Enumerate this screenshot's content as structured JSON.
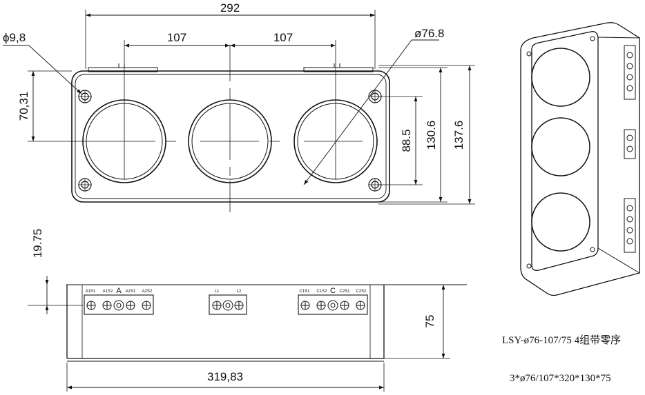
{
  "front_view": {
    "width_total": "292",
    "pitch_left": "107",
    "pitch_right": "107",
    "mount_hole": "ϕ9,8",
    "window_dia": "ø76.8",
    "hole_offset": "70,31",
    "dim_88": "88.5",
    "dim_130": "130.6",
    "dim_137": "137.6"
  },
  "side_view": {
    "dim_top": "19.75",
    "height": "75",
    "length": "319,83",
    "terminal_a": {
      "phase": "A",
      "labels": [
        "A1S1",
        "A1S2",
        "A2S1",
        "A2S2"
      ]
    },
    "terminal_l": {
      "labels": [
        "L1",
        "L2"
      ]
    },
    "terminal_c": {
      "phase": "C",
      "labels": [
        "C1S1",
        "C1S2",
        "C2S1",
        "C2S2"
      ]
    }
  },
  "caption": {
    "model": "LSY-ø76-107/75 4组带零序",
    "size": "3*ø76/107*320*130*75"
  }
}
